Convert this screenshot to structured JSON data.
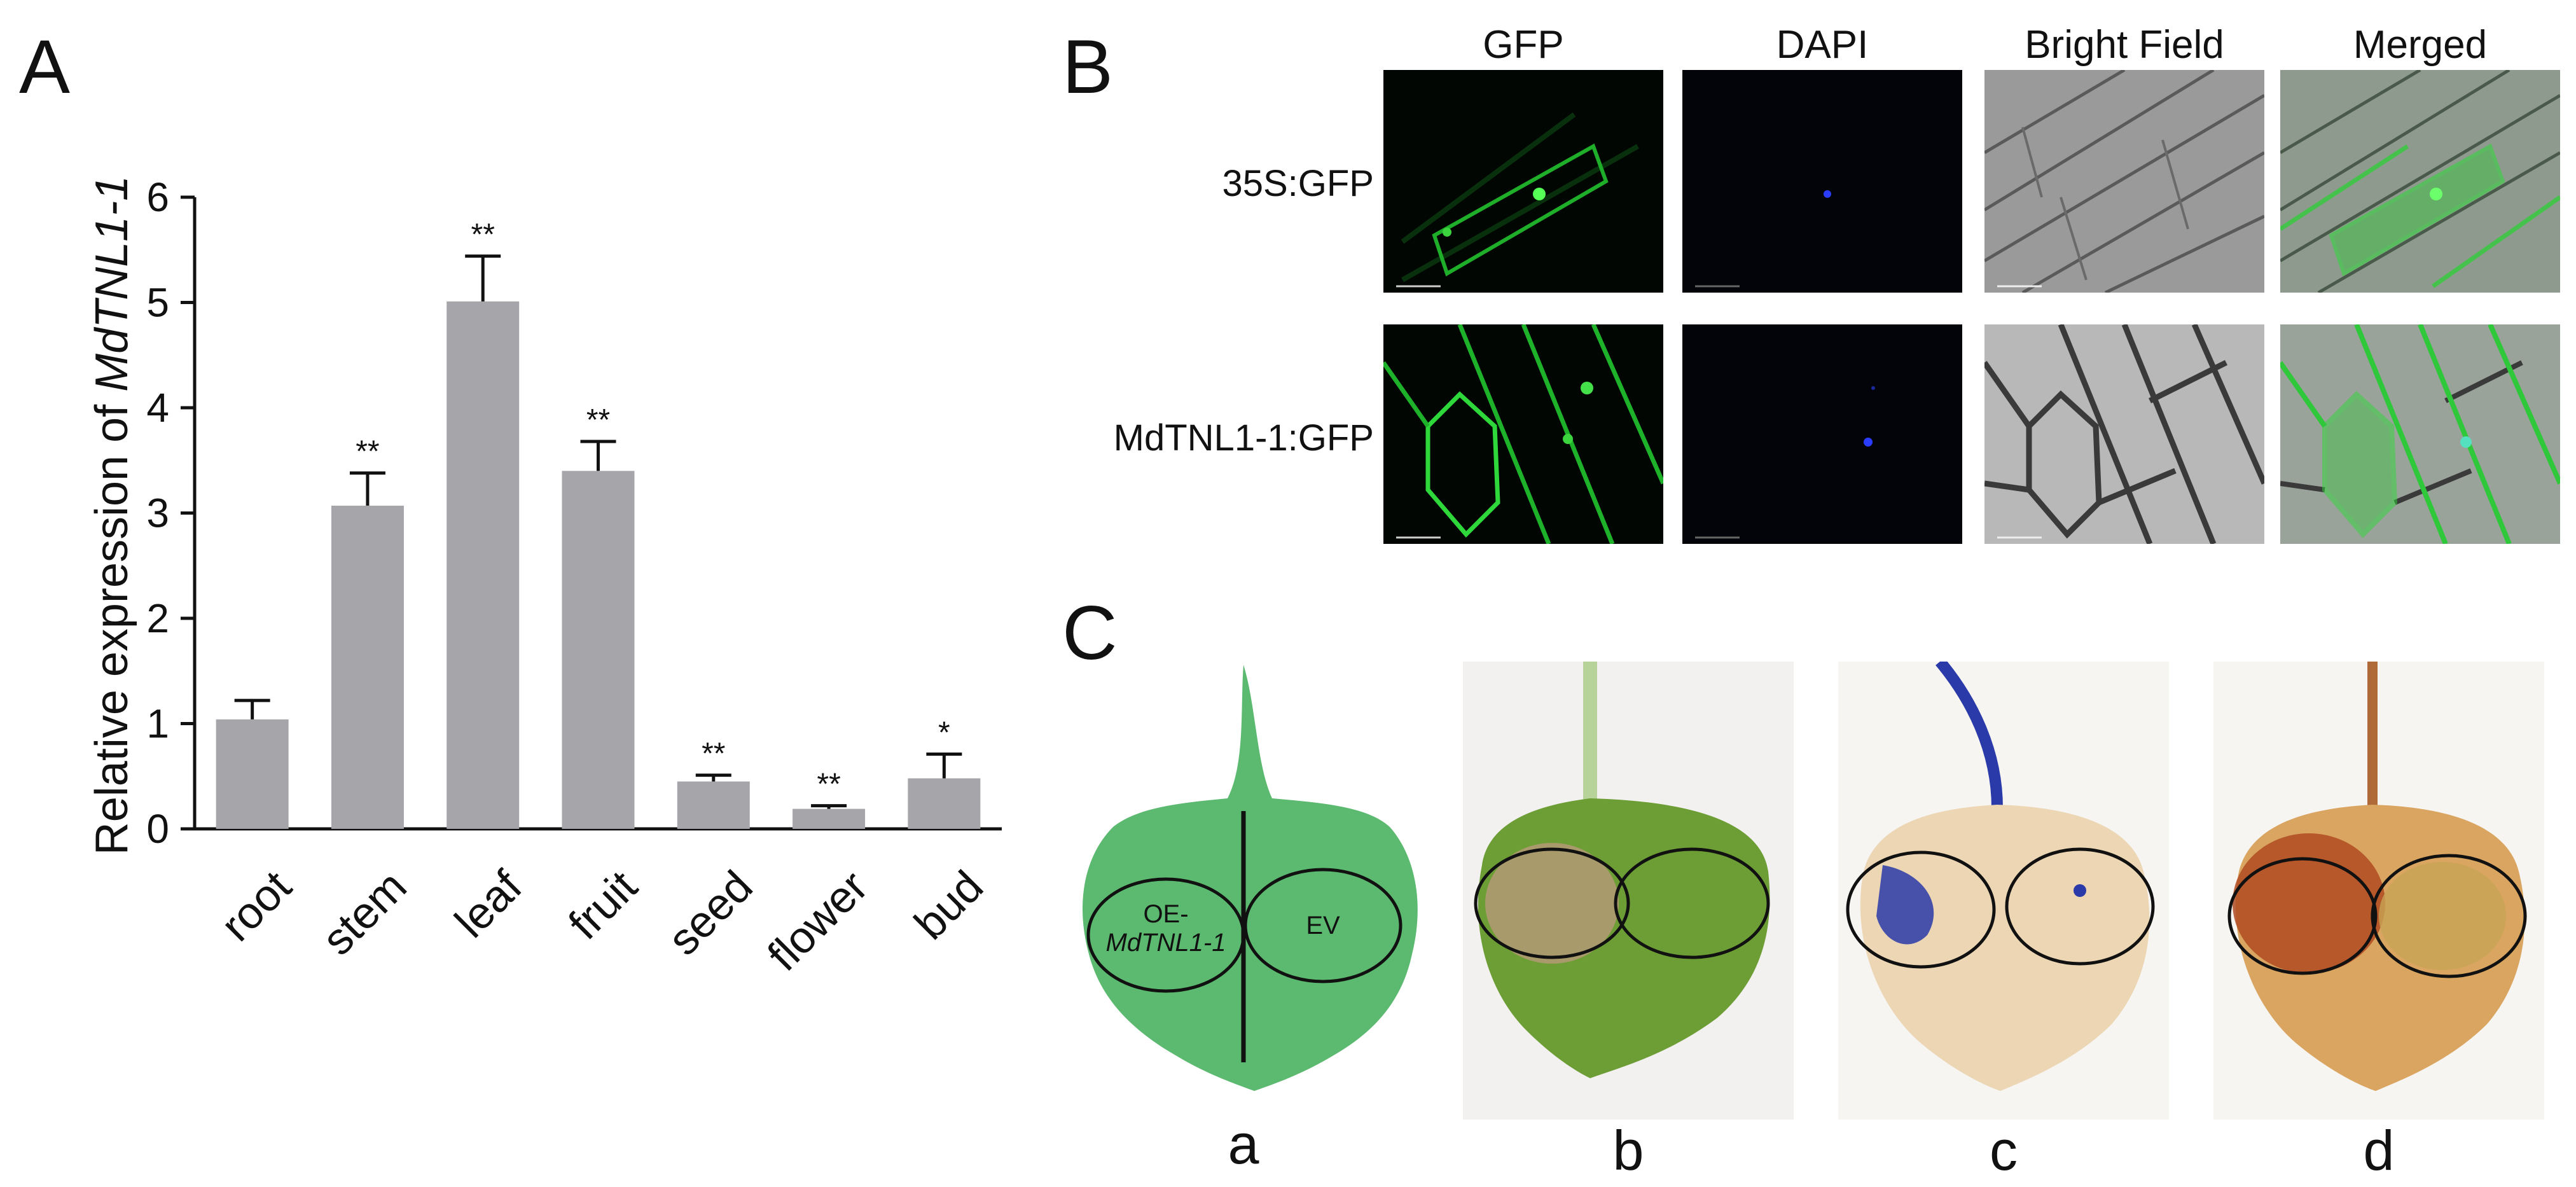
{
  "panels": {
    "a": "A",
    "b": "B",
    "c": "C"
  },
  "chart_data": {
    "type": "bar",
    "categories": [
      "root",
      "stem",
      "leaf",
      "fruit",
      "seed",
      "flower",
      "bud"
    ],
    "values": [
      1.04,
      3.07,
      5.01,
      3.4,
      0.45,
      0.19,
      0.48
    ],
    "errors": [
      0.18,
      0.31,
      0.43,
      0.28,
      0.06,
      0.03,
      0.23
    ],
    "significance": [
      "",
      "**",
      "**",
      "**",
      "**",
      "**",
      "*"
    ],
    "ylabel_prefix": "Relative expression  of ",
    "ylabel_gene": "MdTNL1-1",
    "ylim": [
      0,
      6
    ],
    "yticks": [
      "0",
      "1",
      "2",
      "3",
      "4",
      "5",
      "6"
    ],
    "bar_color": "#a6a5aa"
  },
  "microscopy": {
    "columns": [
      "GFP",
      "DAPI",
      "Bright Field",
      "Merged"
    ],
    "rows": [
      "35S:GFP",
      "MdTNL1-1:GFP"
    ]
  },
  "leaf_diagram": {
    "left_prefix": "OE-",
    "left_gene": "MdTNL1-1",
    "right": "EV",
    "color": "#5cb970"
  },
  "sublabels": [
    "a",
    "b",
    "c",
    "d"
  ]
}
